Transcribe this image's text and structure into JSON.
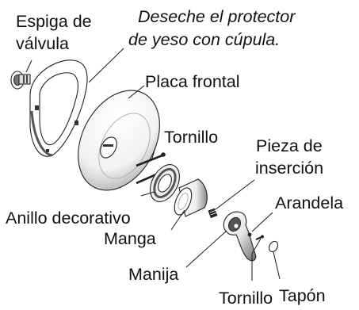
{
  "labels": {
    "valve_stem": [
      "Espiga de",
      "válvula"
    ],
    "discard_note": [
      "Deseche el protector",
      "de yeso con cúpula."
    ],
    "face_plate": "Placa frontal",
    "screw_upper": "Tornillo",
    "insert": [
      "Pieza de",
      "inserción"
    ],
    "washer": "Arandela",
    "trim_ring": "Anillo decorativo",
    "sleeve": "Manga",
    "handle": "Manija",
    "screw_lower": "Tornillo",
    "plug": "Tapón"
  },
  "colors": {
    "ink": "#111111",
    "line": "#1a1a1a",
    "shadow": "#9a9a9a"
  }
}
